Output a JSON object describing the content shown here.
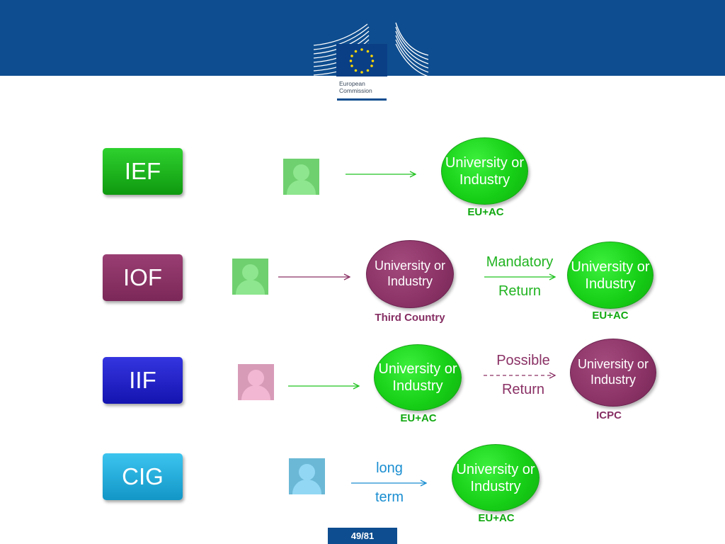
{
  "header": {
    "logo": {
      "line1": "European",
      "line2": "Commission"
    }
  },
  "schemes": [
    {
      "label": "IEF",
      "color": "#13a913"
    },
    {
      "label": "IOF",
      "color": "#8a3165"
    },
    {
      "label": "IIF",
      "color": "#2020c4"
    },
    {
      "label": "CIG",
      "color": "#17a8d8"
    }
  ],
  "avatars": [
    {
      "color": "#86e486",
      "bg": "#6fd06f"
    },
    {
      "color": "#86e486",
      "bg": "#6fd06f"
    },
    {
      "color": "#f0b2cf",
      "bg": "#d79bb8"
    },
    {
      "color": "#8fd6f5",
      "bg": "#6bb8d6"
    }
  ],
  "circle_text": "University or Industry",
  "rows": {
    "ief": {
      "host": "University or Industry",
      "host_region": "EU+AC"
    },
    "iof": {
      "host": "University or Industry",
      "host_region": "Third Country",
      "arrow_top": "Mandatory",
      "arrow_bottom": "Return",
      "return_host": "University or Industry",
      "return_region": "EU+AC"
    },
    "iif": {
      "host": "University or Industry",
      "host_region": "EU+AC",
      "arrow_top": "Possible",
      "arrow_bottom": "Return",
      "return_host": "University or Industry",
      "return_region": "ICPC"
    },
    "cig": {
      "host": "University or Industry",
      "host_region": "EU+AC",
      "arrow_top": "long",
      "arrow_bottom": "term"
    }
  },
  "colors": {
    "header": "#0e4d8f",
    "green_arrow": "#22c322",
    "maroon_arrow": "#8a3165",
    "cig_arrow": "#1a8ed1",
    "gold_star": "#ffd700"
  },
  "page_number": "49/81"
}
